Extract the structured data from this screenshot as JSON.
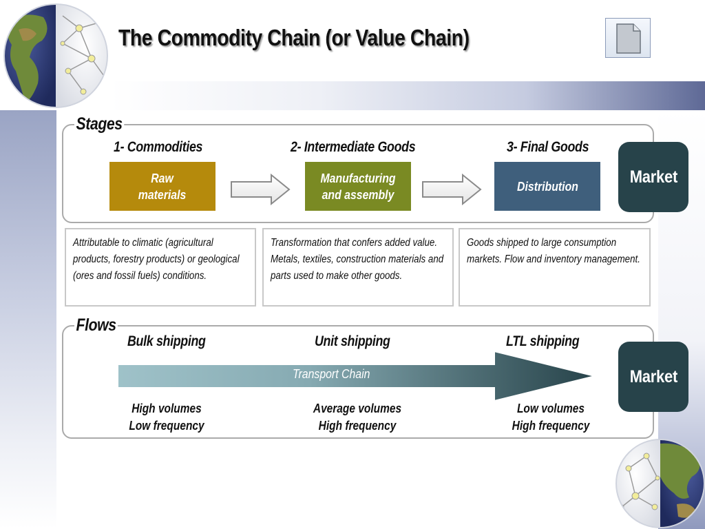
{
  "title": "The Commodity Chain (or Value Chain)",
  "icons": {
    "globe": "globe-icon",
    "document": "document-icon"
  },
  "stages": {
    "label": "Stages",
    "headings": [
      "1- Commodities",
      "2- Intermediate Goods",
      "3- Final Goods"
    ],
    "boxes": [
      {
        "text": "Raw\nmaterials",
        "color": "#b58a0c"
      },
      {
        "text": "Manufacturing\nand assembly",
        "color": "#7a8a23"
      },
      {
        "text": "Distribution",
        "color": "#3f5f7c"
      }
    ],
    "market": "Market"
  },
  "descriptions": [
    "Attributable to climatic (agricultural products, forestry products) or geological (ores and fossil fuels) conditions.",
    "Transformation that confers added value. Metals, textiles, construction materials and parts used to make other goods.",
    "Goods shipped to large consumption markets. Flow and inventory management."
  ],
  "flows": {
    "label": "Flows",
    "headings": [
      "Bulk shipping",
      "Unit shipping",
      "LTL shipping"
    ],
    "arrow_label": "Transport Chain",
    "notes": [
      {
        "volume": "High volumes",
        "frequency": "Low frequency"
      },
      {
        "volume": "Average volumes",
        "frequency": "High frequency"
      },
      {
        "volume": "Low volumes",
        "frequency": "High frequency"
      }
    ],
    "market": "Market"
  },
  "colors": {
    "market": "#27434a",
    "arrow_start": "#9fc2c9",
    "arrow_end": "#27434a"
  }
}
